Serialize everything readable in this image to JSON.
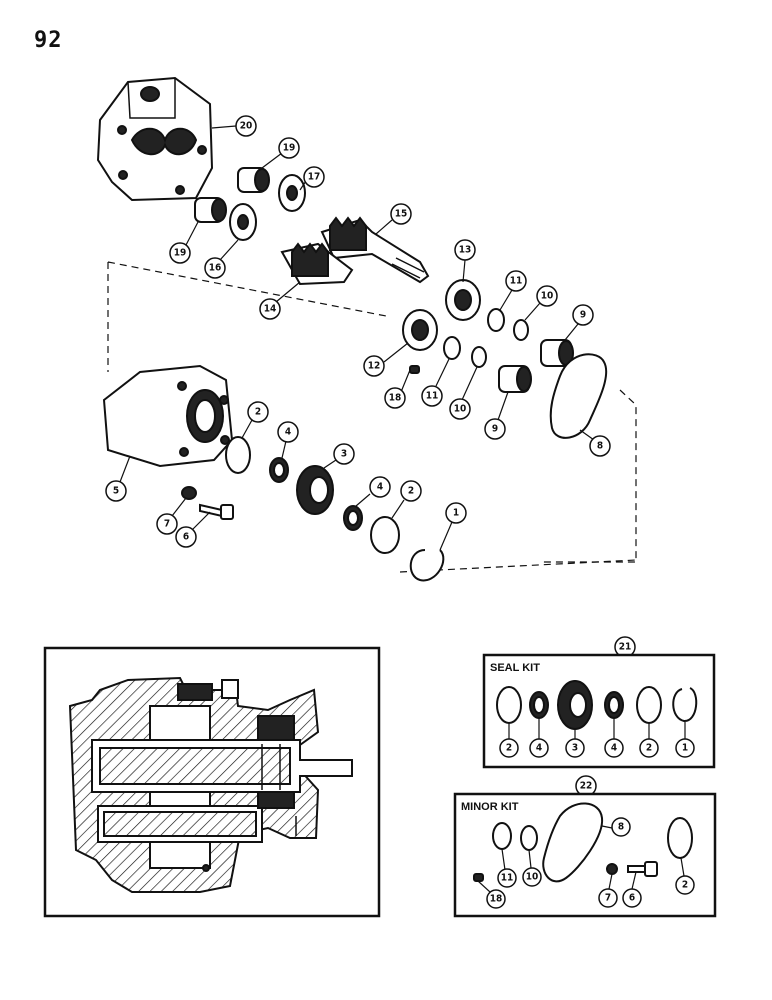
{
  "page_number": "92",
  "kits": {
    "seal_kit": {
      "number": "21",
      "title": "SEAL KIT",
      "items": [
        "2",
        "4",
        "3",
        "4",
        "2",
        "1"
      ]
    },
    "minor_kit": {
      "number": "22",
      "title": "MINOR KIT",
      "items": [
        "11",
        "10",
        "8",
        "2",
        "7",
        "6",
        "18"
      ]
    }
  },
  "callouts": [
    "20",
    "19",
    "17",
    "15",
    "19",
    "16",
    "13",
    "11",
    "10",
    "9",
    "14",
    "12",
    "11",
    "10",
    "9",
    "18",
    "8",
    "5",
    "2",
    "4",
    "3",
    "4",
    "2",
    "1",
    "7",
    "6"
  ]
}
